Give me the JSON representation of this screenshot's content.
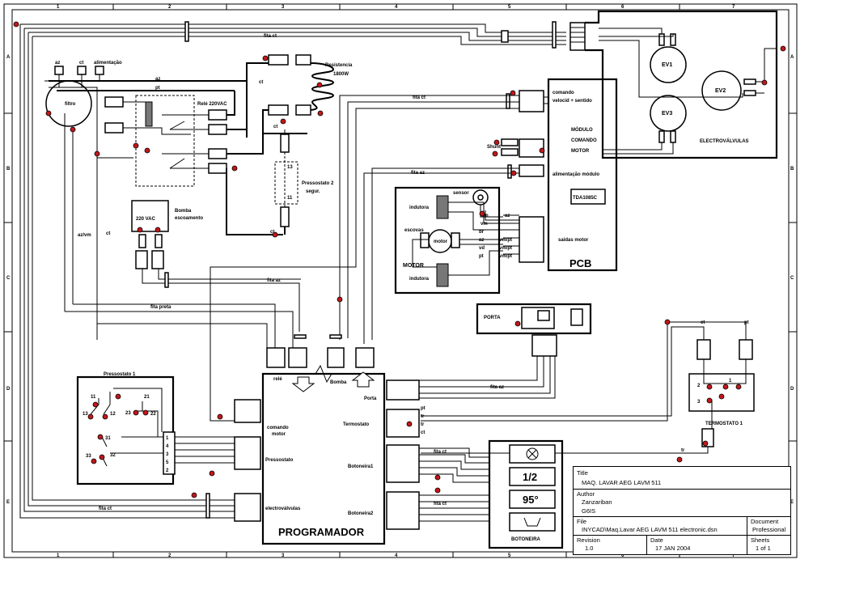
{
  "border": {
    "col_numbers": [
      "1",
      "2",
      "3",
      "4",
      "5",
      "6",
      "7"
    ],
    "row_letters": [
      "A",
      "B",
      "C",
      "D",
      "E"
    ]
  },
  "labels": {
    "fita_ct_top": "fita ct",
    "fita_ct_mid": "fita ct",
    "fita_ct_bottom": "fita ct",
    "fita_ct_bot1": "fita ct",
    "fita_ct_bot2": "fita ct",
    "fita_az_mid": "fita az",
    "fita_az_left": "fita az",
    "fita_az_right": "fita az",
    "fita_preta": "fita preta",
    "resistencia": "Resistencia",
    "resistencia_w": "1800W",
    "rele": "Relé 220VAC",
    "pressostato2": "Pressostato 2",
    "pressostato2b": "segur.",
    "bomba_v": "220 VAC",
    "bomba1": "Bomba",
    "bomba2": "escoamento",
    "filtro": "filtro",
    "az": "az",
    "ct": "ct",
    "pt": "pt",
    "alimentacao": "alimentação",
    "az_vm": "az/vm",
    "ev1": "EV1",
    "ev2": "EV2",
    "ev3": "EV3",
    "electrovalvulas": "ELECTROVÁLVULAS",
    "comando1": "comando",
    "comando2": "velocid + sentido",
    "modulo1": "MÓDULO",
    "modulo2": "COMANDO",
    "modulo3": "MOTOR",
    "shunt": "Shunt",
    "alim_modulo": "alimentação módulo",
    "tda": "TDA1085C",
    "saidas_motor": "saidas motor",
    "pcb": "PCB",
    "sensor": "sensor",
    "indutora": "indutora",
    "escovas": "escovas",
    "motor_lbl": "motor",
    "motor_title": "MOTOR",
    "porta": "PORTA",
    "pressostato1": "Pressostato 1",
    "termostato1": "TERMOSTATO 1",
    "rele_small": "relé",
    "bomba_small": "Bomba",
    "porta_small": "Porta",
    "termostato_small": "Termostato",
    "comando_motor1": "comando",
    "comando_motor2": "motor",
    "pressostato_small": "Pressostato",
    "electrovalvulas_small": "electroválvulas",
    "botoneira1": "Botoneira1",
    "botoneira2": "Botoneira2",
    "programador": "PROGRAMADOR",
    "botoneira": "BOTONEIRA",
    "btn_half": "1/2",
    "btn_temp": "95°",
    "wire_tr": "tr",
    "wire_ct": "ct",
    "wire_pt": "pt"
  },
  "motor_wires": [
    "rm",
    "az",
    "vm",
    "br",
    "az",
    "vm/pt",
    "vd",
    "vm/pt",
    "pt",
    "vm/pt"
  ],
  "pressostato_contacts": [
    "11",
    "21",
    "13",
    "12",
    "23",
    "22",
    "31",
    "33",
    "32"
  ],
  "pressostato_terminals": [
    "1",
    "4",
    "3",
    "5",
    "2"
  ],
  "termostato_terminals": [
    "1",
    "2",
    "3"
  ],
  "title_block": {
    "title_h": "Title",
    "title": "MAQ. LAVAR AEG LAVM 511",
    "author_h": "Author",
    "author1": "Zanzariban",
    "author2": "G6IS",
    "file_h": "File",
    "file": "INYCAD\\Maq.Lavar AEG LAVM 511 electronic.dsn",
    "document_h": "Document",
    "document": "Professional",
    "revision_h": "Revision",
    "revision": "1.0",
    "date_h": "Date",
    "date": "17 JAN 2004",
    "sheets_h": "Sheets",
    "sheets": "1 of 1"
  },
  "colors": {
    "junction": "#c0181b",
    "line": "#000000"
  }
}
